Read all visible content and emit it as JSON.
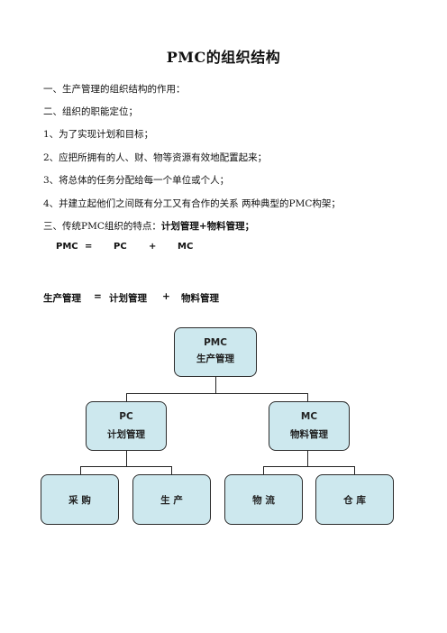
{
  "document": {
    "title": "PMC的组织结构",
    "lines": [
      "一、生产管理的组织结构的作用：",
      "二、组织的职能定位；",
      "1、为了实现计划和目标；",
      "2、应把所拥有的人、财、物等资源有效地配置起来；",
      "3、将总体的任务分配给每一个单位或个人；",
      "4、并建立起他们之间既有分工又有合作的关系  两种典型的PMC构架；"
    ],
    "line3_prefix": "三、传统PMC组织的特点：",
    "line3_bold": "计划管理+物料管理；",
    "formula": {
      "a": "PMC",
      "eq": "=",
      "b": "PC",
      "plus": "+",
      "c": "MC"
    },
    "formula2": {
      "a": "生产管理",
      "eq": "=",
      "b": "计划管理",
      "plus": "+",
      "c": "物料管理"
    }
  },
  "org_chart": {
    "root": {
      "code": "PMC",
      "name": "生产管理"
    },
    "pc": {
      "code": "PC",
      "name": "计划管理"
    },
    "mc": {
      "code": "MC",
      "name": "物料管理"
    },
    "leaves": [
      "采 购",
      "生 产",
      "物 流",
      "仓 库"
    ],
    "box_color": "#cde8ee"
  }
}
